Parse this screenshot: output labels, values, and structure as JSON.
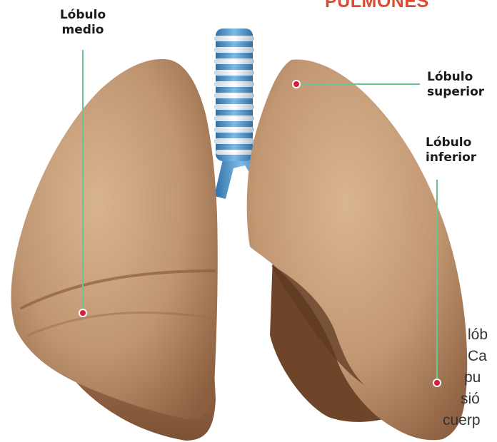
{
  "title": "PULMONES",
  "colors": {
    "title": "#dc4a32",
    "leader_line": "#6dc38f",
    "marker_dot": "#d81d3c",
    "lung_tissue": "#c09672",
    "trachea": "#4f97cf"
  },
  "labels": {
    "medio": [
      "Lóbulo",
      "medio"
    ],
    "superior": [
      "Lóbulo",
      "superior"
    ],
    "inferior": [
      "Lóbulo",
      "inferior"
    ]
  },
  "side_text": [
    "lób",
    "Ca",
    "pu",
    "sió",
    "cuerp"
  ]
}
